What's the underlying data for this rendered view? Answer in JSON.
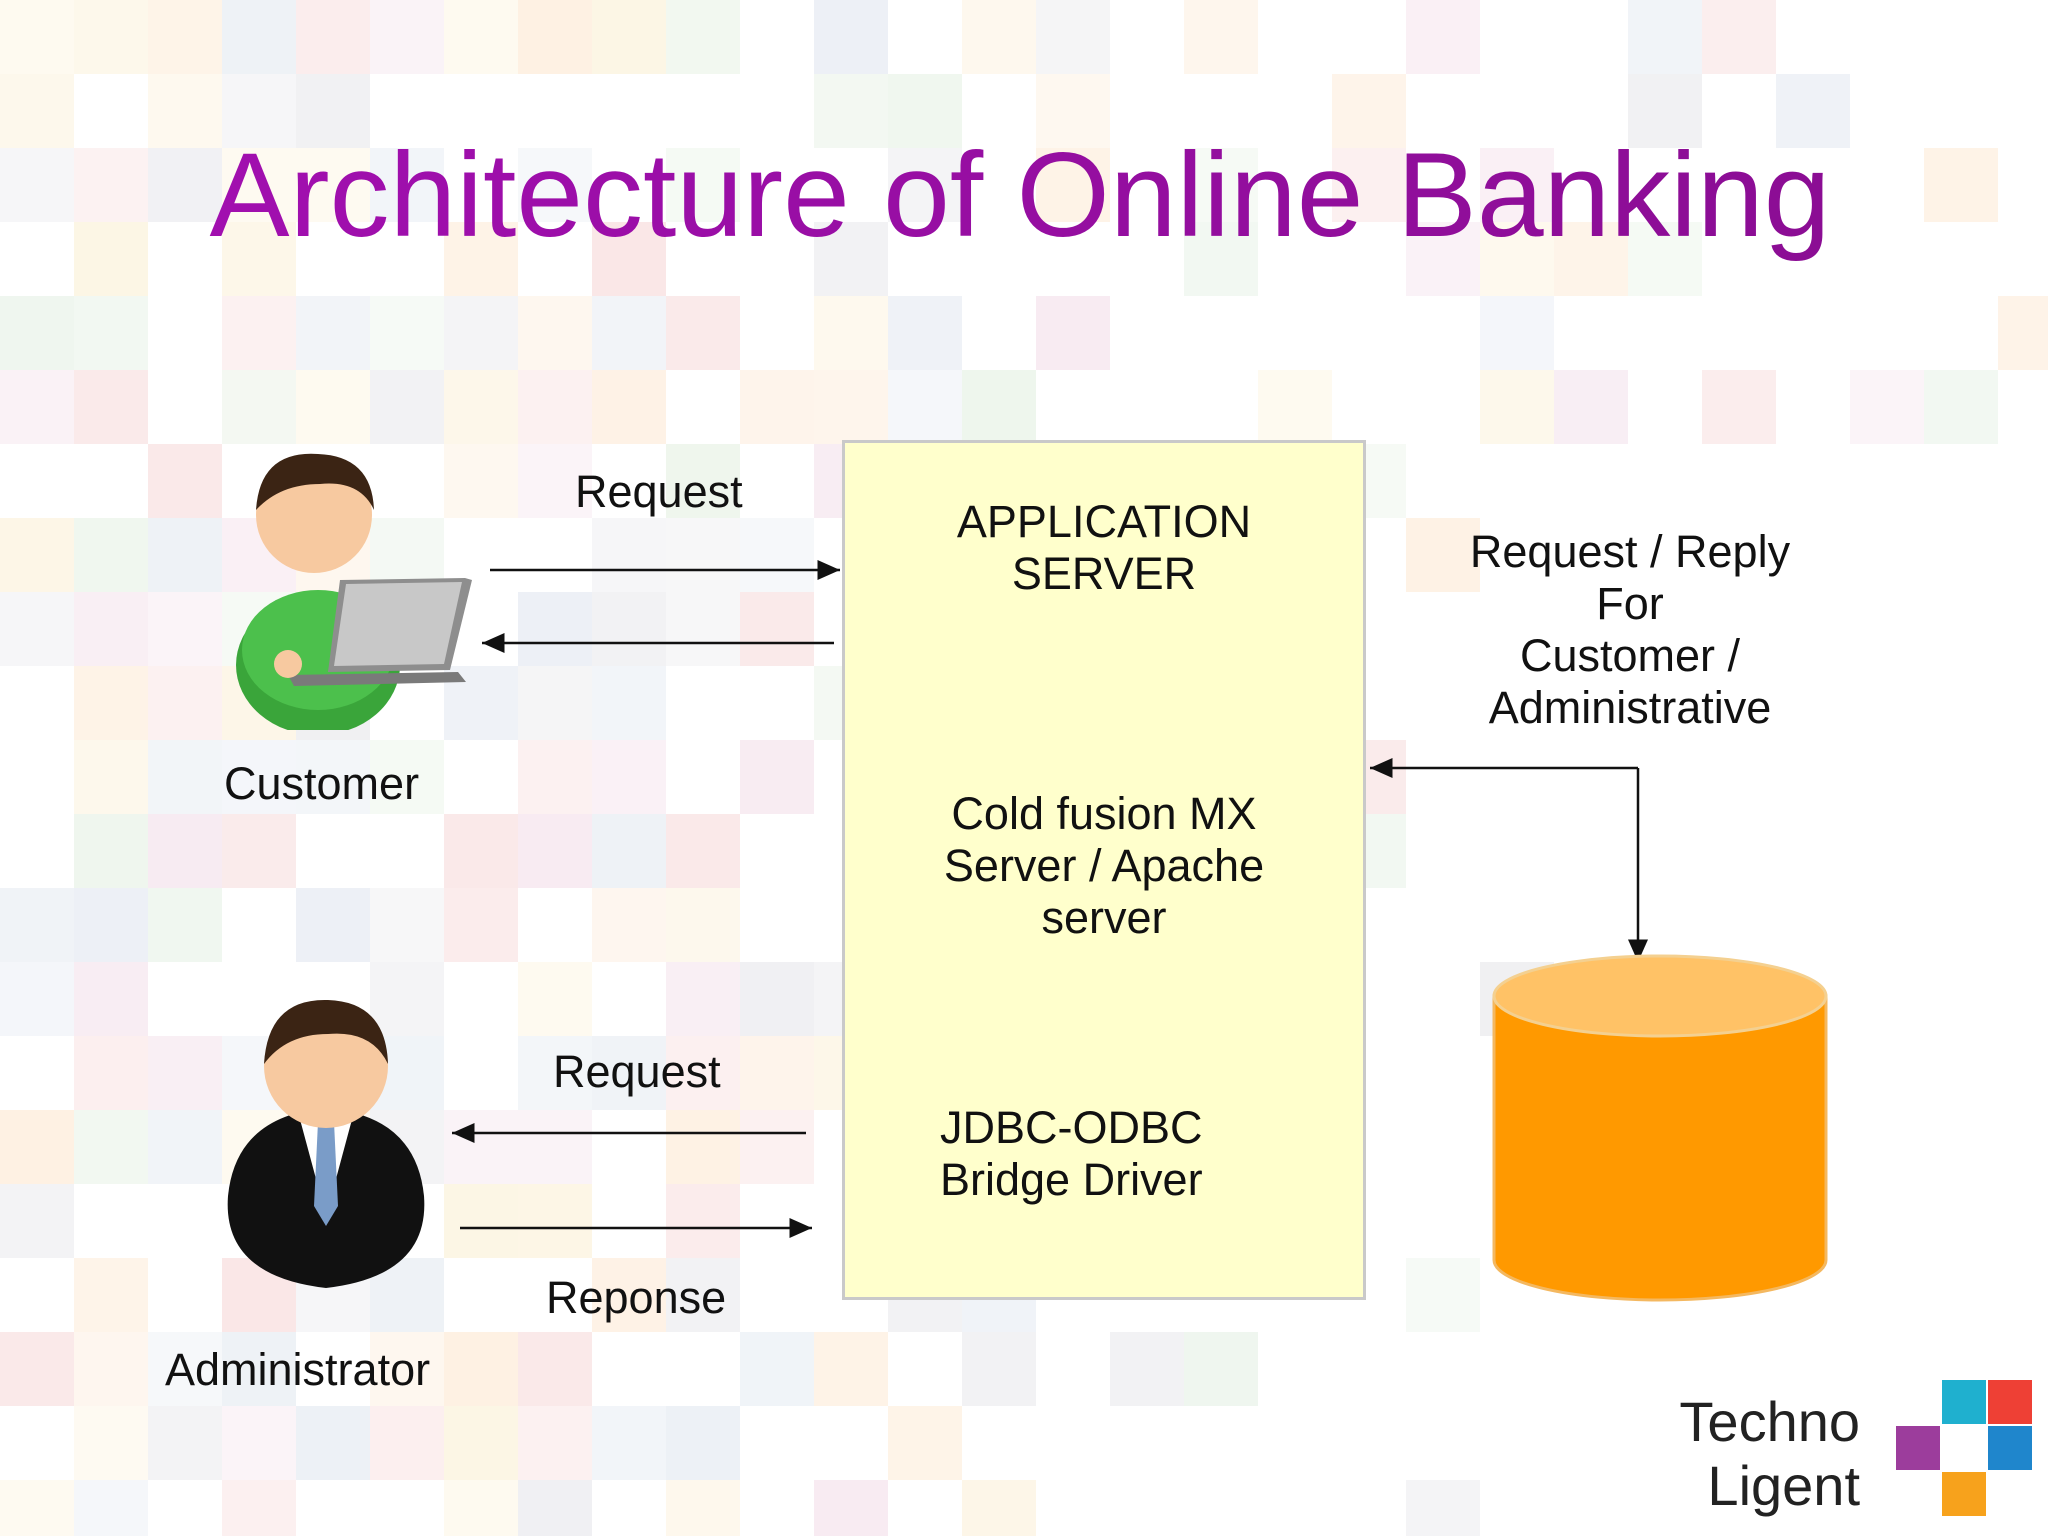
{
  "slide": {
    "title": "Architecture of Online Banking"
  },
  "actors": {
    "customer_label": "Customer",
    "administrator_label": "Administrator"
  },
  "flows": {
    "customer_request": "Request",
    "admin_request": "Request",
    "admin_response": "Reponse",
    "db_caption_line1": "Request / Reply",
    "db_caption_line2": "For",
    "db_caption_line3": "Customer /",
    "db_caption_line4": "Administrative"
  },
  "server": {
    "title_line1": "APPLICATION",
    "title_line2": "SERVER",
    "engine_line1": "Cold fusion MX",
    "engine_line2": "Server / Apache",
    "engine_line3": "server",
    "driver_line1": "JDBC-ODBC",
    "driver_line2": "Bridge Driver"
  },
  "logo": {
    "line1": "Techno",
    "line2": "Ligent"
  },
  "colors": {
    "title": "#a20fb0",
    "server_fill": "#ffffcc",
    "database_fill": "#ff9900",
    "database_top": "#ffc266"
  },
  "icons": {
    "customer": "person-with-laptop-icon",
    "administrator": "person-in-suit-icon",
    "database": "database-cylinder-icon",
    "logo": "techno-ligent-logo"
  }
}
